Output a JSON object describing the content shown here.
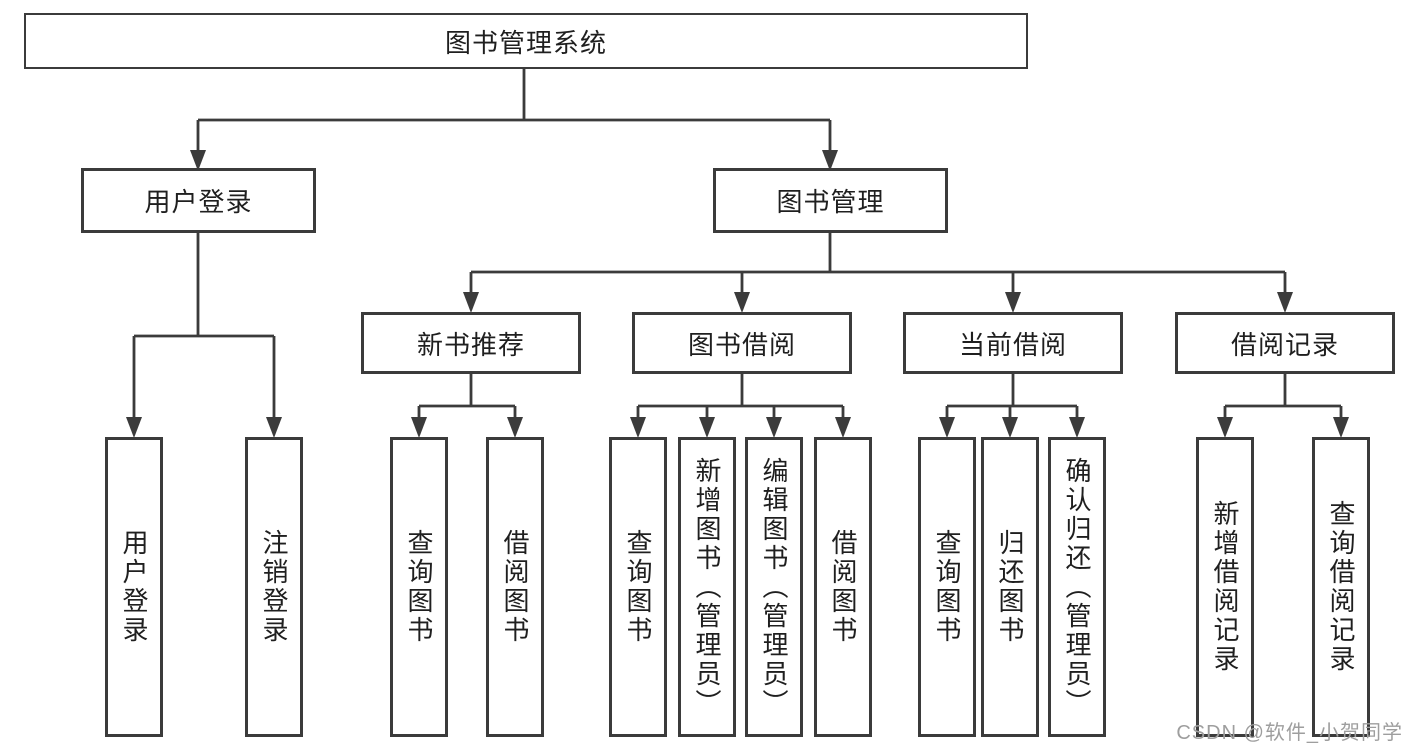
{
  "title": "图书管理系统",
  "nodes": {
    "user_login": "用户登录",
    "book_mgmt": "图书管理",
    "new_books": "新书推荐",
    "book_borrow": "图书借阅",
    "current_borrow": "当前借阅",
    "borrow_records": "借阅记录",
    "user_login_leaf": "用户登录",
    "logout_leaf": "注销登录",
    "nb_query_books": "查询图书",
    "nb_borrow_books": "借阅图书",
    "bb_query_books": "查询图书",
    "bb_add_books": "新增图书（管理员）",
    "bb_edit_books": "编辑图书（管理员）",
    "bb_borrow_books": "借阅图书",
    "cb_query_books": "查询图书",
    "cb_return_books": "归还图书",
    "cb_confirm_return": "确认归还（管理员）",
    "rec_add_record": "新增借阅记录",
    "rec_query_record": "查询借阅记录"
  },
  "watermark": "CSDN @软件_小贺同学",
  "colors": {
    "line": "#3b3b3b",
    "text": "#1f1f1f",
    "watermark": "#9e9e9e",
    "background": "#ffffff"
  }
}
